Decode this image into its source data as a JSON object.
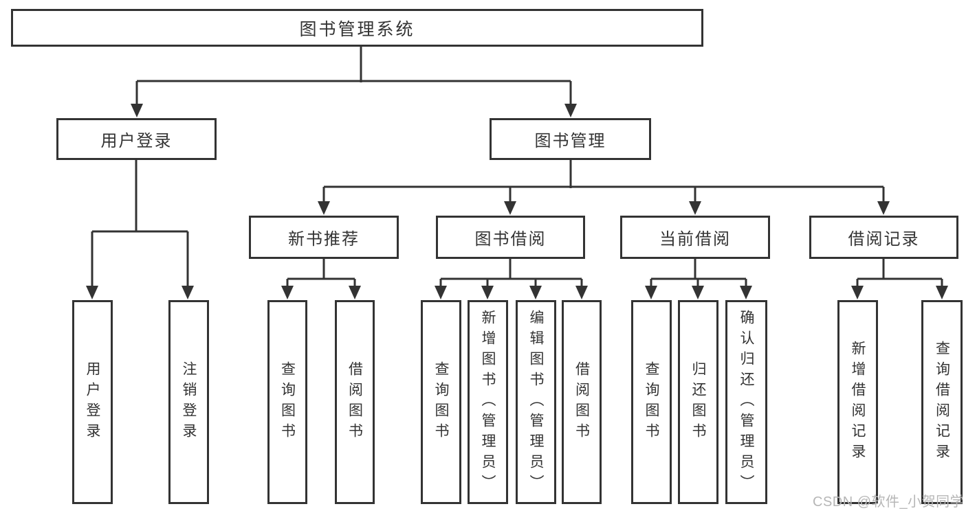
{
  "diagram_type": "hierarchy-flowchart",
  "tree": {
    "label": "图书管理系统",
    "children": [
      {
        "label": "用户登录",
        "children": [
          {
            "label": "用户登录"
          },
          {
            "label": "注销登录"
          }
        ]
      },
      {
        "label": "图书管理",
        "children": [
          {
            "label": "新书推荐",
            "children": [
              {
                "label": "查询图书"
              },
              {
                "label": "借阅图书"
              }
            ]
          },
          {
            "label": "图书借阅",
            "children": [
              {
                "label": "查询图书"
              },
              {
                "label": "新增图书（管理员）"
              },
              {
                "label": "编辑图书（管理员）"
              },
              {
                "label": "借阅图书"
              }
            ]
          },
          {
            "label": "当前借阅",
            "children": [
              {
                "label": "查询图书"
              },
              {
                "label": "归还图书"
              },
              {
                "label": "确认归还（管理员）"
              }
            ]
          },
          {
            "label": "借阅记录",
            "children": [
              {
                "label": "新增借阅记录"
              },
              {
                "label": "查询借阅记录"
              }
            ]
          }
        ]
      }
    ]
  },
  "watermark": {
    "text": "CSDN @软件_小贺同学"
  },
  "colors": {
    "line": "#333333",
    "text": "#333333",
    "watermark": "#b6b6b6",
    "background": "#ffffff"
  }
}
